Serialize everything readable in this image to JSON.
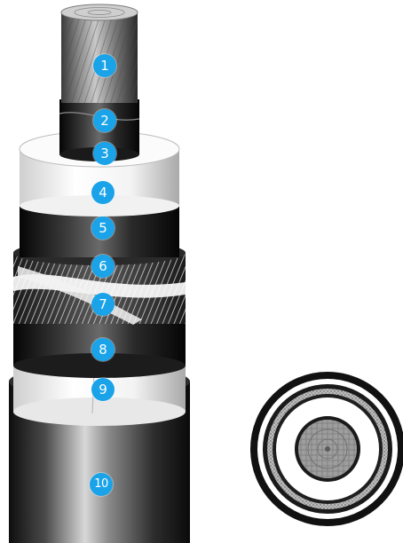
{
  "diagram": {
    "subject": "high-voltage power cable cutaway",
    "marker_color": "#1aa3e8",
    "layers": [
      {
        "id": "layer-1",
        "number": "1"
      },
      {
        "id": "layer-2",
        "number": "2"
      },
      {
        "id": "layer-3",
        "number": "3"
      },
      {
        "id": "layer-4",
        "number": "4"
      },
      {
        "id": "layer-5",
        "number": "5"
      },
      {
        "id": "layer-6",
        "number": "6"
      },
      {
        "id": "layer-7",
        "number": "7"
      },
      {
        "id": "layer-8",
        "number": "8"
      },
      {
        "id": "layer-9",
        "number": "9"
      },
      {
        "id": "layer-10",
        "number": "10"
      }
    ]
  }
}
